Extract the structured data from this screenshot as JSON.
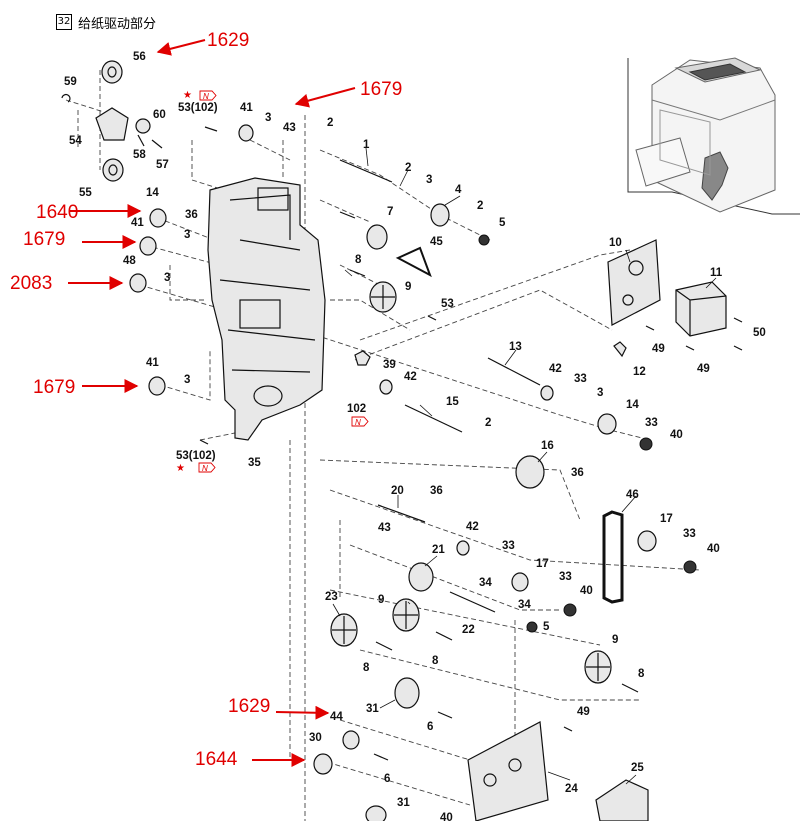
{
  "header": {
    "section_number": "32",
    "title": "给纸驱动部分"
  },
  "red_callouts": [
    {
      "id": "c1",
      "text": "1629"
    },
    {
      "id": "c2",
      "text": "1679"
    },
    {
      "id": "c3",
      "text": "1640"
    },
    {
      "id": "c4",
      "text": "1679"
    },
    {
      "id": "c5",
      "text": "2083"
    },
    {
      "id": "c6",
      "text": "1679"
    },
    {
      "id": "c7",
      "text": "1629"
    },
    {
      "id": "c8",
      "text": "1644"
    }
  ],
  "new_mark": "N",
  "star_mark": "★",
  "part_labels": {
    "p56": "56",
    "p59": "59",
    "p60": "60",
    "p54": "54",
    "p58": "58",
    "p57": "57",
    "p55": "55",
    "p53a": "53(102)",
    "p41a": "41",
    "p3a": "3",
    "p43a": "43",
    "p2a": "2",
    "p1": "1",
    "p2b": "2",
    "p3b": "3",
    "p4": "4",
    "p2c": "2",
    "p5a": "5",
    "p14a": "14",
    "p36a": "36",
    "p41b": "41",
    "p3c": "3",
    "p48": "48",
    "p3d": "3",
    "p7": "7",
    "p45": "45",
    "p8a": "8",
    "p9a": "9",
    "p53b": "53",
    "p10": "10",
    "p11": "11",
    "p50": "50",
    "p49a": "49",
    "p49b": "49",
    "p12": "12",
    "p41c": "41",
    "p3e": "3",
    "p39": "39",
    "p42a": "42",
    "p102": "102",
    "p13": "13",
    "p42b": "42",
    "p33a": "33",
    "p3f": "3",
    "p15": "15",
    "p2d": "2",
    "p14b": "14",
    "p33b": "33",
    "p40a": "40",
    "p16": "16",
    "p36b": "36",
    "p53c": "53(102)",
    "p35": "35",
    "p20": "20",
    "p36c": "36",
    "p46": "46",
    "p43b": "43",
    "p42c": "42",
    "p33c": "33",
    "p17a": "17",
    "p33d": "33",
    "p40b": "40",
    "p21": "21",
    "p34a": "34",
    "p17b": "17",
    "p33e": "33",
    "p40c": "40",
    "p23": "23",
    "p9b": "9",
    "p22": "22",
    "p34b": "34",
    "p5b": "5",
    "p8b": "8",
    "p8c": "8",
    "p9c": "9",
    "p8d": "8",
    "p31a": "31",
    "p6a": "6",
    "p49c": "49",
    "p44": "44",
    "p30": "30",
    "p6b": "6",
    "p24": "24",
    "p25": "25",
    "p31b": "31",
    "p40d": "40"
  }
}
